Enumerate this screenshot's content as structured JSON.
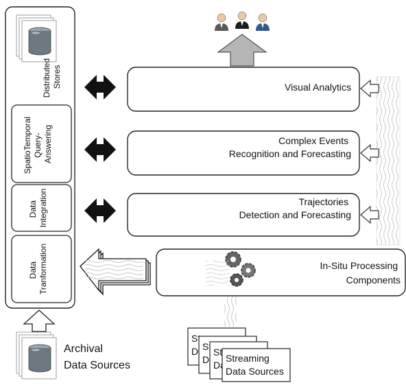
{
  "left_column": {
    "distributed_stores": [
      "Distributed",
      "Stores"
    ],
    "spatiotemporal": [
      "SpatioTemporal",
      "Query-",
      "Answering"
    ],
    "data_integration": [
      "Data",
      "Integration"
    ],
    "data_transformation": [
      "Data",
      "Tranformation"
    ]
  },
  "layers": {
    "visual_analytics": [
      "Visual Analytics"
    ],
    "complex_events": [
      "Complex Events",
      "Recognition and Forecasting"
    ],
    "trajectories": [
      "Trajectories",
      "Detection and Forecasting"
    ]
  },
  "in_situ": [
    "In-Situ Processing",
    "Components"
  ],
  "archival": [
    "Archival",
    "Data Sources"
  ],
  "streaming": {
    "front": [
      "Streaming",
      "Data Sources"
    ],
    "stack_partial": [
      "St",
      "Da"
    ]
  },
  "colors": {
    "db_top": "#9aa6ae",
    "db_body": "#6d7880",
    "user_suit_grey": "#5a5a5a",
    "user_suit_black": "#1c1c1c",
    "user_suit_blue": "#2f5a8c",
    "arrow_grey": "#b5b5b5",
    "arrow_black": "#111111"
  }
}
